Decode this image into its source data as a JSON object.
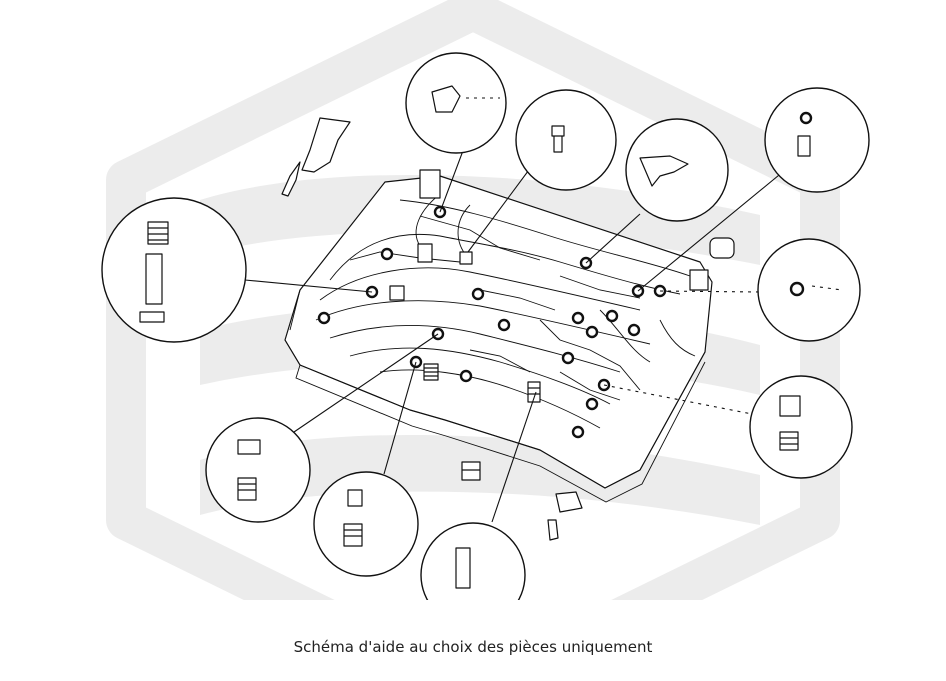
{
  "caption": "Schéma d'aide au choix des pièces uniquement",
  "colors": {
    "watermark": "#ececec",
    "line": "#111111",
    "background": "#ffffff"
  },
  "icons": [
    "valve-body-drawing",
    "watermark-logo",
    "spring-icon",
    "plunger-icon",
    "check-ball-icon",
    "clip-icon"
  ]
}
